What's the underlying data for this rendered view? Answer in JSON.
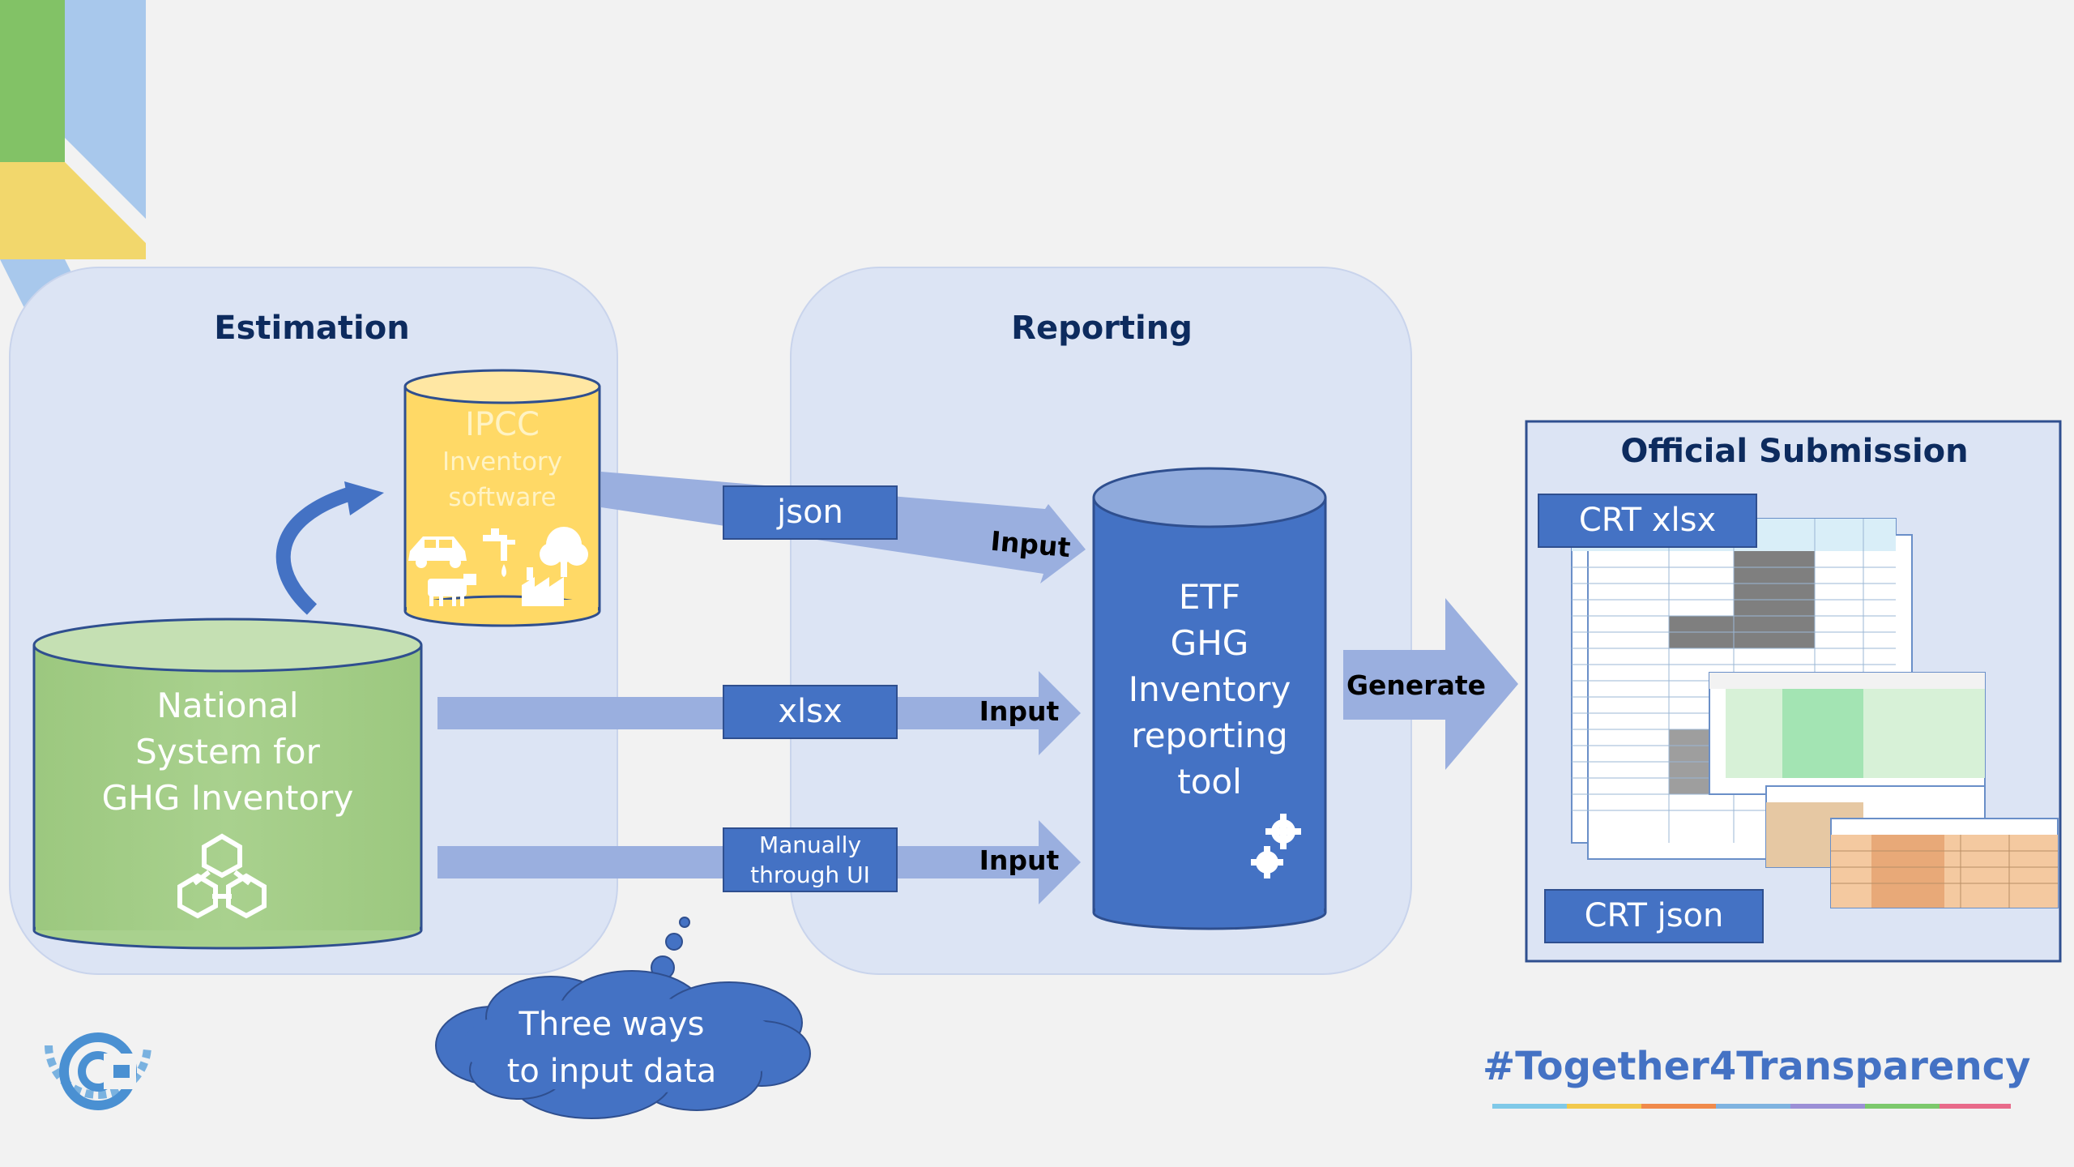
{
  "sections": {
    "estimation": "Estimation",
    "reporting": "Reporting",
    "official_submission": "Official Submission"
  },
  "ipcc": {
    "line1": "IPCC",
    "line2": "Inventory",
    "line3": "software"
  },
  "national": {
    "line1": "National",
    "line2": "System for",
    "line3": "GHG Inventory"
  },
  "etf": {
    "line1": "ETF",
    "line2": "GHG",
    "line3": "Inventory",
    "line4": "reporting",
    "line5": "tool"
  },
  "formats": {
    "json": "json",
    "xlsx": "xlsx",
    "manual_line1": "Manually",
    "manual_line2": "through UI"
  },
  "arrows": {
    "input": "Input",
    "generate": "Generate"
  },
  "outputs": {
    "crt_xlsx": "CRT xlsx",
    "crt_json": "CRT json"
  },
  "cloud": {
    "line1": "Three ways",
    "line2": "to input data"
  },
  "hashtag": "#Together4Transparency",
  "icons": {
    "ipcc": [
      "car-icon",
      "tap-icon",
      "tree-icon",
      "cow-icon",
      "factory-icon"
    ],
    "national": "network-cubes-icon",
    "etf": "gears-icon",
    "logo": "unfccc-logo-icon"
  },
  "colors": {
    "panel": "#dce4f4",
    "blue": "#4472c4",
    "arrow": "#9aafdf",
    "green": "#a9d18e",
    "yellow": "#ffd966",
    "navy": "#0d2b5e",
    "hashtag": "#4472c4"
  }
}
